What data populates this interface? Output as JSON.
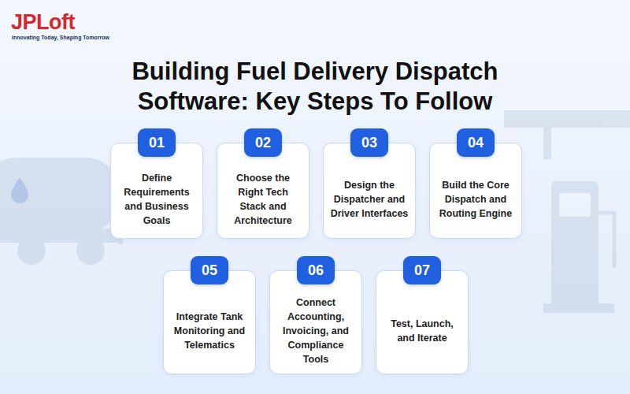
{
  "diagram": {
    "title": "Building Fuel Delivery Dispatch Software: Key Steps To Follow",
    "nodes": [
      {
        "text": [
          "Define Requirements and Business Goals"
        ]
      },
      {
        "text": [
          "01"
        ],
        "in": 0
      },
      {
        "text": [
          "Choose the Right Tech Stack and Architecture"
        ]
      },
      {
        "text": [
          "02"
        ],
        "in": 2
      },
      {
        "text": [
          "Design the Dispatcher and Driver Interfaces"
        ]
      },
      {
        "text": [
          "03"
        ],
        "in": 4
      },
      {
        "text": [
          "Build the Core Dispatch and Routing Engine"
        ]
      },
      {
        "text": [
          "04"
        ],
        "in": 6
      },
      {
        "text": [
          "Integrate Tank Monitoring and Telematics"
        ]
      },
      {
        "text": [
          "05"
        ],
        "in": 8
      },
      {
        "text": [
          "Connect Accounting, Invoicing, and Compliance Tools"
        ]
      },
      {
        "text": [
          "06"
        ],
        "in": 10
      },
      {
        "text": [
          "Test, Launch, and Iterate"
        ]
      },
      {
        "text": [
          "07"
        ],
        "in": 12
      }
    ],
    "labels": [
      "JPLoft",
      "Innovating Today, Shaping Tomorrow"
    ]
  }
}
